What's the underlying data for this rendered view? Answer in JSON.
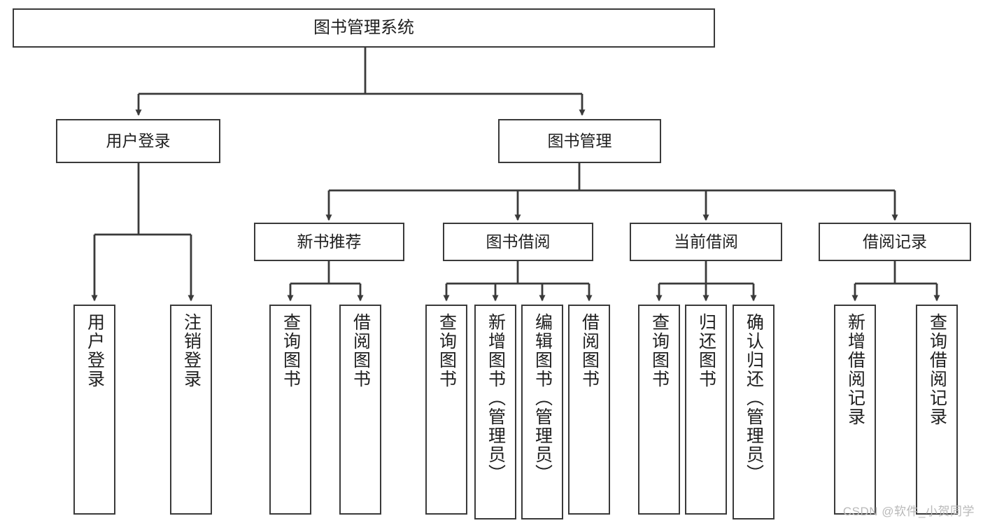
{
  "diagram": {
    "type": "tree-hierarchy",
    "title": "图书管理系统",
    "style": {
      "background": "#ffffff",
      "stroke": "#3a3a3a",
      "text": "#1f1f1f",
      "watermark_color": "#b9b9b9"
    },
    "nodes": {
      "root": {
        "label": "图书管理系统"
      },
      "level1": [
        {
          "label": "用户登录"
        },
        {
          "label": "图书管理"
        }
      ],
      "level2": [
        {
          "label": "新书推荐"
        },
        {
          "label": "图书借阅"
        },
        {
          "label": "当前借阅"
        },
        {
          "label": "借阅记录"
        }
      ],
      "leaves": {
        "user_login": [
          {
            "label": "用户登录"
          },
          {
            "label": "注销登录"
          }
        ],
        "new_book_recommend": [
          {
            "label": "查询图书"
          },
          {
            "label": "借阅图书"
          }
        ],
        "book_borrow": [
          {
            "label": "查询图书"
          },
          {
            "label": "新增图书（管理员）"
          },
          {
            "label": "编辑图书（管理员）"
          },
          {
            "label": "借阅图书"
          }
        ],
        "current_borrow": [
          {
            "label": "查询图书"
          },
          {
            "label": "归还图书"
          },
          {
            "label": "确认归还（管理员）"
          }
        ],
        "borrow_record": [
          {
            "label": "新增借阅记录"
          },
          {
            "label": "查询借阅记录"
          }
        ]
      }
    },
    "watermark": "CSDN @软件_小贺同学"
  }
}
